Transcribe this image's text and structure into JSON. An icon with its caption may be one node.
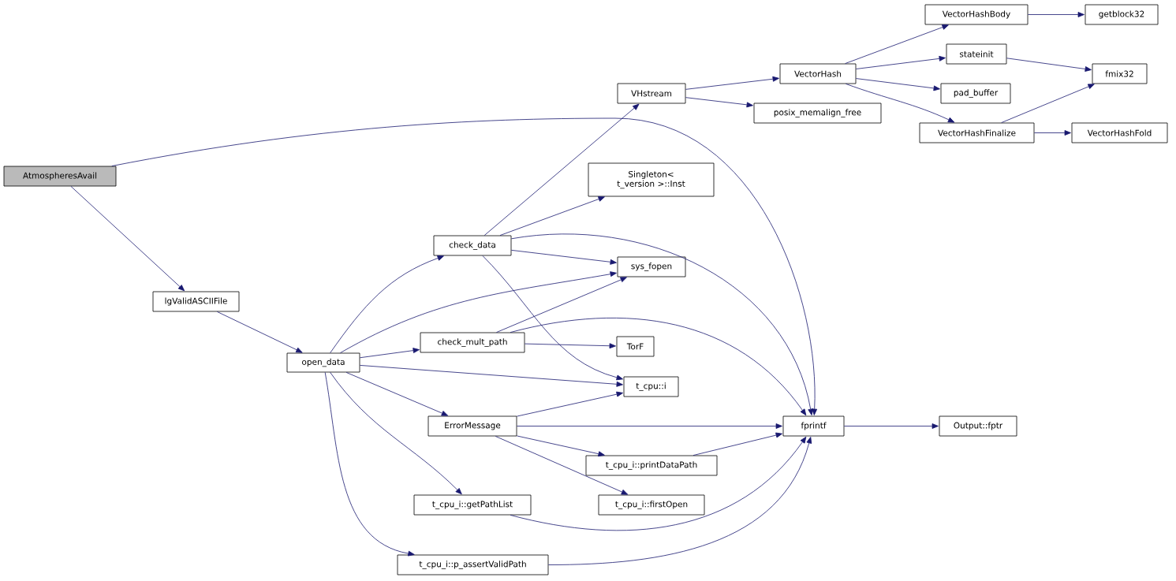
{
  "diagram": {
    "nodes": [
      {
        "text": [
          "AtmospheresAvail"
        ]
      },
      {
        "text": [
          "lgValidASCIIFile"
        ]
      },
      {
        "text": [
          "open_data"
        ]
      },
      {
        "text": [
          "check_data"
        ]
      },
      {
        "text": [
          "VHstream"
        ]
      },
      {
        "text": [
          "VectorHash"
        ]
      },
      {
        "text": [
          "VectorHashBody"
        ]
      },
      {
        "text": [
          "getblock32"
        ]
      },
      {
        "text": [
          "stateinit"
        ]
      },
      {
        "text": [
          "fmix32"
        ]
      },
      {
        "text": [
          "pad_buffer"
        ]
      },
      {
        "text": [
          "posix_memalign_free"
        ]
      },
      {
        "text": [
          "VectorHashFinalize"
        ]
      },
      {
        "text": [
          "VectorHashFold"
        ]
      },
      {
        "text": [
          "Singleton< t_version >::Inst"
        ]
      },
      {
        "text": [
          "sys_fopen"
        ]
      },
      {
        "text": [
          "check_mult_path"
        ]
      },
      {
        "text": [
          "TorF"
        ]
      },
      {
        "text": [
          "t_cpu::i"
        ]
      },
      {
        "text": [
          "fprintf"
        ]
      },
      {
        "text": [
          "Output::fptr"
        ]
      },
      {
        "text": [
          "ErrorMessage"
        ]
      },
      {
        "text": [
          "t_cpu_i::printDataPath"
        ]
      },
      {
        "text": [
          "t_cpu_i::firstOpen"
        ]
      },
      {
        "text": [
          "t_cpu_i::getPathList"
        ]
      },
      {
        "text": [
          "t_cpu_i::p_assertValidPath"
        ]
      }
    ],
    "edges": [
      {
        "from": 0,
        "to": 19,
        "arrow": "to"
      },
      {
        "from": 0,
        "to": 1,
        "arrow": "to"
      },
      {
        "from": 1,
        "to": 2,
        "arrow": "to"
      },
      {
        "from": 2,
        "to": 3,
        "arrow": "to"
      },
      {
        "from": 2,
        "to": 15,
        "arrow": "to"
      },
      {
        "from": 2,
        "to": 16,
        "arrow": "to"
      },
      {
        "from": 2,
        "to": 18,
        "arrow": "to"
      },
      {
        "from": 2,
        "to": 21,
        "arrow": "to"
      },
      {
        "from": 2,
        "to": 24,
        "arrow": "to"
      },
      {
        "from": 2,
        "to": 25,
        "arrow": "to"
      },
      {
        "from": 3,
        "to": 4,
        "arrow": "to"
      },
      {
        "from": 3,
        "to": 14,
        "arrow": "to"
      },
      {
        "from": 3,
        "to": 19,
        "arrow": "to"
      },
      {
        "from": 3,
        "to": 15,
        "arrow": "to"
      },
      {
        "from": 3,
        "to": 18,
        "arrow": "to"
      },
      {
        "from": 4,
        "to": 5,
        "arrow": "to"
      },
      {
        "from": 4,
        "to": 11,
        "arrow": "to"
      },
      {
        "from": 5,
        "to": 6,
        "arrow": "to"
      },
      {
        "from": 5,
        "to": 8,
        "arrow": "to"
      },
      {
        "from": 5,
        "to": 10,
        "arrow": "to"
      },
      {
        "from": 5,
        "to": 12,
        "arrow": "to"
      },
      {
        "from": 6,
        "to": 7,
        "arrow": "to"
      },
      {
        "from": 8,
        "to": 9,
        "arrow": "to"
      },
      {
        "from": 12,
        "to": 9,
        "arrow": "to"
      },
      {
        "from": 12,
        "to": 13,
        "arrow": "to"
      },
      {
        "from": 16,
        "to": 15,
        "arrow": "to"
      },
      {
        "from": 16,
        "to": 19,
        "arrow": "to"
      },
      {
        "from": 16,
        "to": 17,
        "arrow": "to"
      },
      {
        "from": 21,
        "to": 18,
        "arrow": "to"
      },
      {
        "from": 21,
        "to": 19,
        "arrow": "to"
      },
      {
        "from": 21,
        "to": 22,
        "arrow": "to"
      },
      {
        "from": 21,
        "to": 23,
        "arrow": "to"
      },
      {
        "from": 22,
        "to": 19,
        "arrow": "to"
      },
      {
        "from": 24,
        "to": 19,
        "arrow": "to"
      },
      {
        "from": 25,
        "to": 19,
        "arrow": "to"
      },
      {
        "from": 19,
        "to": 20,
        "arrow": "to"
      }
    ]
  }
}
